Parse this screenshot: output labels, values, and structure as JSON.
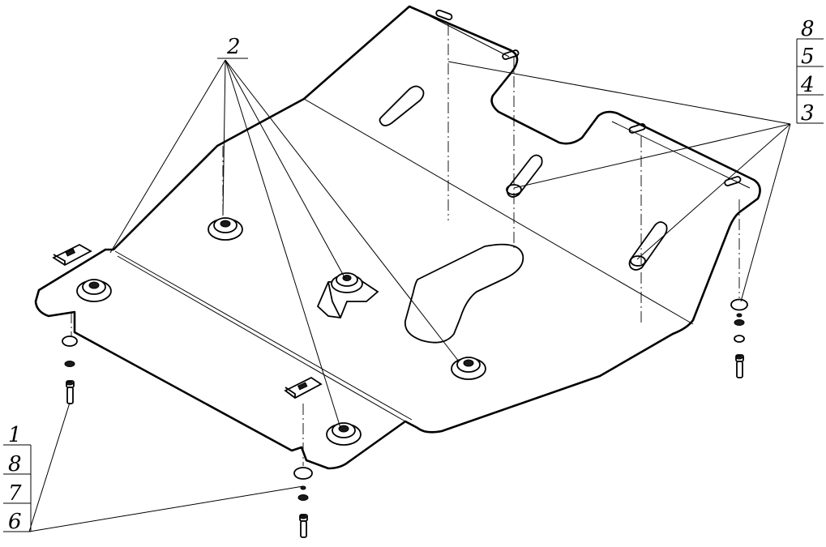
{
  "drawing": {
    "callouts": {
      "top_left": [
        "2"
      ],
      "top_right": [
        "8",
        "5",
        "4",
        "3"
      ],
      "bottom_left": [
        "1",
        "8",
        "7",
        "6"
      ]
    }
  }
}
